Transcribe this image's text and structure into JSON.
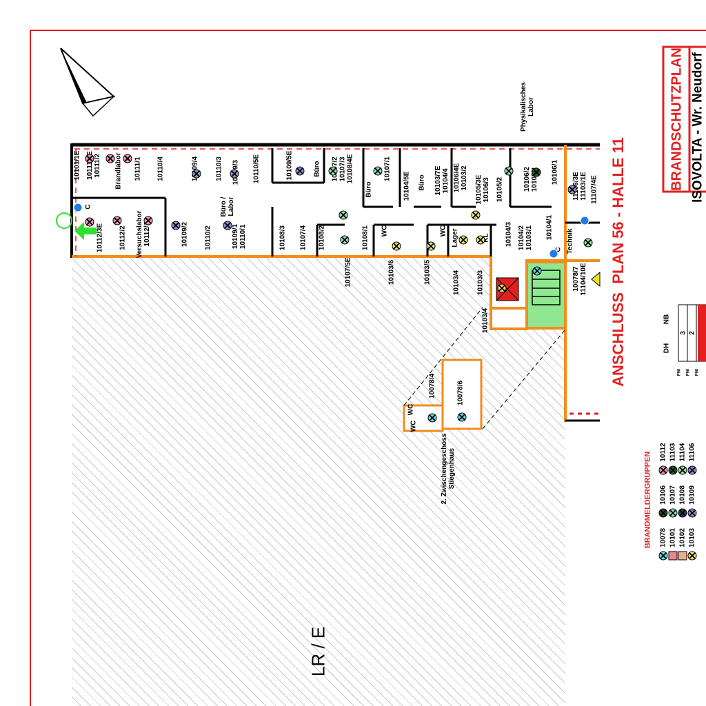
{
  "title_block": {
    "title": "BRANDSCHUTZPLAN",
    "subtitle": "ISOVOLTA - Wr. Neudorf"
  },
  "plan_heading": "ANSCHLUSS  PLAN 56 - HALLE 11",
  "area_label": "LR / E",
  "stair_note": "2. Zwischengeschoss\nStiegenhaus",
  "physics_lab": "Physikalisches\nLabor",
  "rooms": [
    "10101/1E",
    "10111/3E\n10111/2",
    "Brandlabor",
    "10111/1",
    "10110/4",
    "10109/4",
    "10110/3",
    "10109/3",
    "10110/5E",
    "10109/5E",
    "Büro",
    "10107/2\n10107/3\n10108/4E",
    "Büro",
    "10107/1",
    "10104/5E",
    "Büro",
    "10103/7E\n10104/4",
    "10106/4E\n10103/2",
    "10105/3E\n10106/3",
    "10105/2",
    "10106/2\n10105/1",
    "10106/1",
    "11106/3E\n11103/1E",
    "11107/4E",
    "10112/3E",
    "10112/2",
    "Versuchslabor\n10112/1",
    "10109/2",
    "10110/2",
    "Büro /\nLabor",
    "10109/1\n10110/1",
    "10108/3",
    "10107/4",
    "10108/2",
    "10108/1",
    "WC",
    "WC",
    "Lager",
    "KL",
    "10104/3",
    "10104/2\n10103/1",
    "10104/1",
    "Technik",
    "10107/5E",
    "10103/6",
    "10103/5",
    "10103/4",
    "10103/3",
    "10103/4",
    "10078/7\n11104/10E",
    "10078/4",
    "10078/6",
    "WC",
    "WC",
    "C",
    "C",
    "C"
  ],
  "legend": {
    "title": "BRANDMELDERGRUPPEN",
    "groups": [
      "10078",
      "10101",
      "10102",
      "10103",
      "10106",
      "10107",
      "10108",
      "10109",
      "10112",
      "11103",
      "11104",
      "11106"
    ],
    "colors": [
      "#5fd8e0",
      "#e8888f",
      "#e8b08a",
      "#e8e070",
      "#2a4a2a",
      "#8fe0b0",
      "#2a3a5a",
      "#8890d0",
      "#e890b0",
      "#2a5a2a",
      "#90e0a0",
      "#8890d0"
    ]
  },
  "fire_table": {
    "headers": [
      "NB",
      "DH"
    ],
    "rows": [
      [
        "3"
      ],
      [
        "2"
      ]
    ],
    "row_labels": [
      "F90",
      "F90",
      "F90"
    ]
  },
  "colors": {
    "accent_red": "#e32020",
    "wall_orange": "#f28c1c",
    "stair_green": "#8fe88f",
    "detector_blue": "#1e7de6"
  }
}
